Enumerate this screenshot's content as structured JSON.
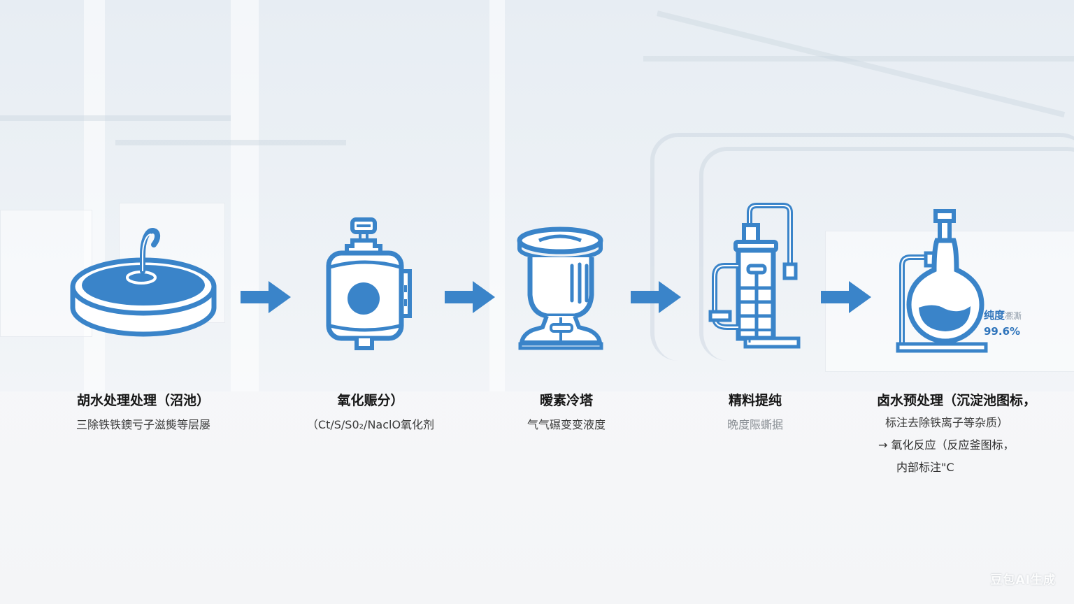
{
  "theme": {
    "accent": "#3a84c9",
    "background": "#eef2f6",
    "text": "#151515"
  },
  "steps": [
    {
      "icon": "sedimentation-tank-icon",
      "title": "胡水处理处理（沼池）",
      "subtitle": "三除铁铁鐭亏子滋熋等层屡"
    },
    {
      "icon": "oxidation-reactor-icon",
      "title": "氧化赈分）",
      "subtitle": "（Ct/S/S0₂/NaclO氧化剂"
    },
    {
      "icon": "cooling-tower-icon",
      "title": "暧素冷塔",
      "subtitle": "气气礘变变液度"
    },
    {
      "icon": "distillation-column-icon",
      "title": "精料提纯",
      "subtitle": "晩度陙蟖据"
    },
    {
      "icon": "flask-icon",
      "title": "卤水预处理（沉淀池图标，",
      "subtitle": "标注去除铁离子等杂质）",
      "subtitle2": "→ 氧化反应（反应釜图标，",
      "subtitle3": "内部标注\"C"
    }
  ],
  "purity": {
    "label": "纯度",
    "label_suffix": "凞澌",
    "value": "99.6%"
  },
  "arrows": [
    "arrow-right-icon",
    "arrow-right-icon",
    "arrow-right-icon",
    "arrow-right-icon"
  ],
  "watermark": "豆包AI生成"
}
